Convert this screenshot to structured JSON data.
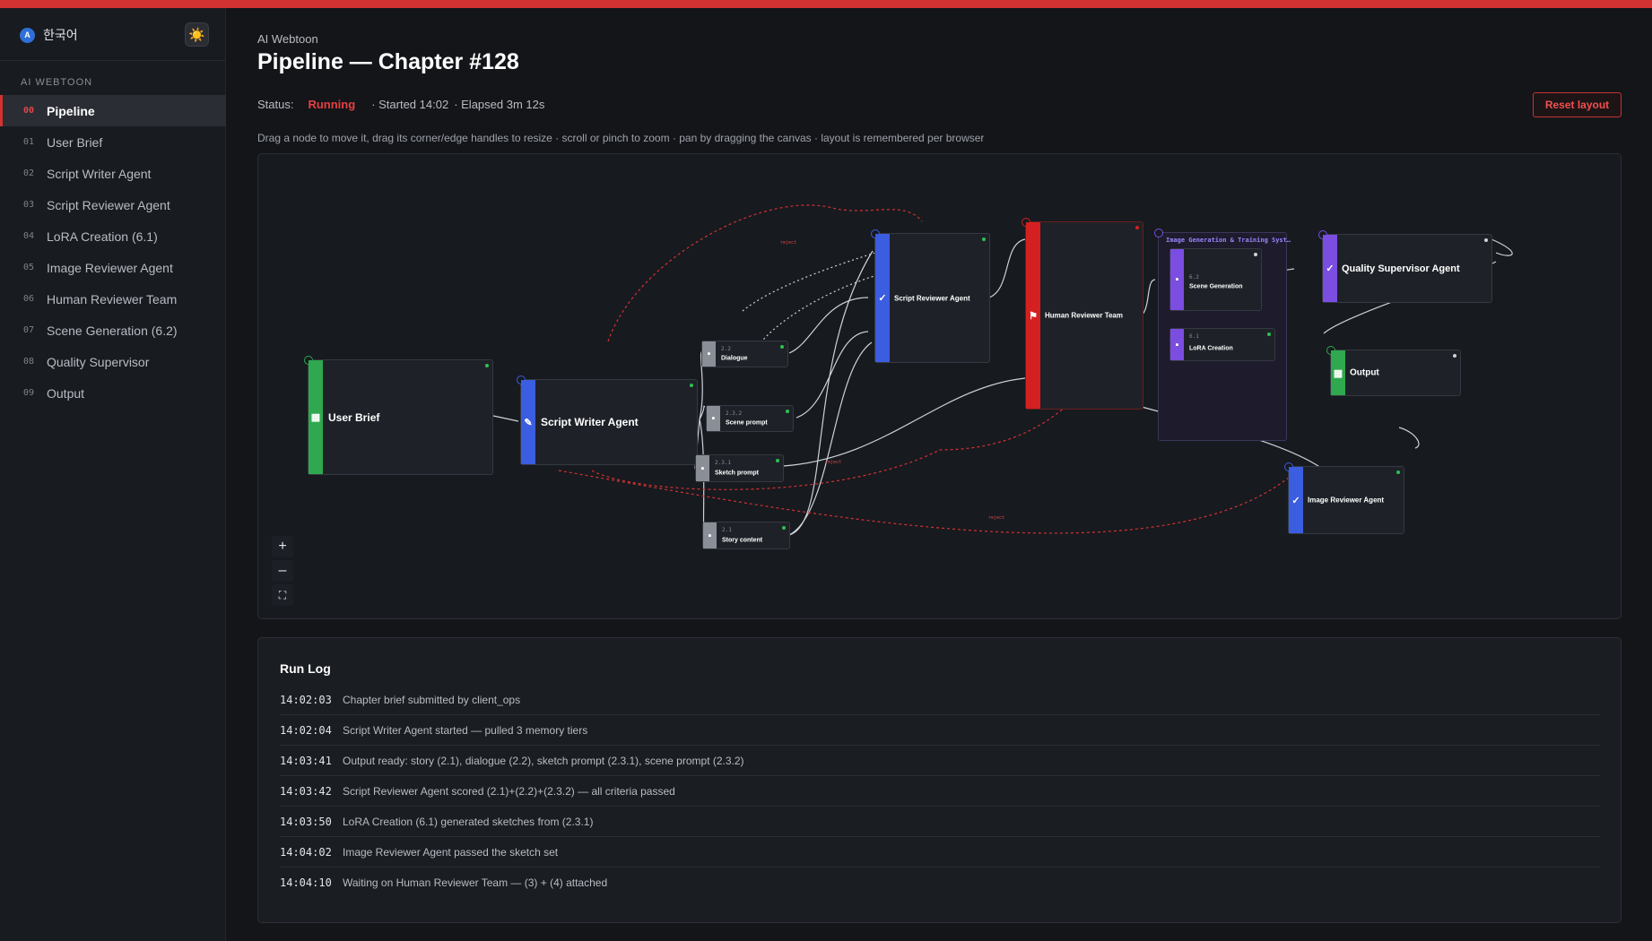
{
  "sidebar": {
    "language": "한국어",
    "language_icon": "A",
    "theme_icon": "☀️",
    "section": "AI WEBTOON",
    "items": [
      {
        "num": "00",
        "label": "Pipeline"
      },
      {
        "num": "01",
        "label": "User Brief"
      },
      {
        "num": "02",
        "label": "Script Writer Agent"
      },
      {
        "num": "03",
        "label": "Script Reviewer Agent"
      },
      {
        "num": "04",
        "label": "LoRA Creation (6.1)"
      },
      {
        "num": "05",
        "label": "Image Reviewer Agent"
      },
      {
        "num": "06",
        "label": "Human Reviewer Team"
      },
      {
        "num": "07",
        "label": "Scene Generation (6.2)"
      },
      {
        "num": "08",
        "label": "Quality Supervisor"
      },
      {
        "num": "09",
        "label": "Output"
      }
    ]
  },
  "header": {
    "breadcrumb": "AI Webtoon",
    "title": "Pipeline — Chapter #128",
    "status_label": "Status:",
    "status_value": "Running",
    "started": "· Started 14:02",
    "elapsed": "· Elapsed 3m 12s",
    "reset_label": "Reset layout",
    "hint": "Drag a node to move it, drag its corner/edge handles to resize · scroll or pinch to zoom · pan by dragging the canvas · layout is remembered per browser"
  },
  "canvas": {
    "nodes": {
      "user_brief": "User Brief",
      "script_writer": "Script Writer Agent",
      "dialogue": "Dialogue",
      "dialogue_code": "2.2",
      "scene_prompt": "Scene prompt",
      "scene_prompt_code": "2.3.2",
      "sketch_prompt": "Sketch prompt",
      "sketch_prompt_code": "2.3.1",
      "story_content": "Story content",
      "story_content_code": "2.1",
      "script_reviewer": "Script Reviewer Agent",
      "human_reviewer": "Human Reviewer Team",
      "group_title": "Image Generation & Training Syst…",
      "scene_generation": "Scene Generation",
      "scene_generation_code": "6.2",
      "lora_creation": "LoRA Creation",
      "lora_creation_code": "6.1",
      "quality_supervisor": "Quality Supervisor Agent",
      "output": "Output",
      "image_reviewer": "Image Reviewer Agent"
    },
    "edge_labels": {
      "reject": "reject",
      "reject_left": "reject",
      "reject_bottom": "reject"
    },
    "colors": {
      "green": "#2fa84f",
      "blue": "#3b5de0",
      "red": "#d42020",
      "purple": "#7b4de0",
      "gray": "#8a8e96"
    },
    "zoom_in": "+",
    "zoom_out": "–",
    "fit": "⛶"
  },
  "log": {
    "title": "Run Log",
    "rows": [
      {
        "time": "14:02:03",
        "text": "Chapter brief submitted by client_ops"
      },
      {
        "time": "14:02:04",
        "text": "Script Writer Agent started — pulled 3 memory tiers"
      },
      {
        "time": "14:03:41",
        "text": "Output ready: story (2.1), dialogue (2.2), sketch prompt (2.3.1), scene prompt (2.3.2)"
      },
      {
        "time": "14:03:42",
        "text": "Script Reviewer Agent scored (2.1)+(2.2)+(2.3.2) — all criteria passed"
      },
      {
        "time": "14:03:50",
        "text": "LoRA Creation (6.1) generated sketches from (2.3.1)"
      },
      {
        "time": "14:04:02",
        "text": "Image Reviewer Agent passed the sketch set"
      },
      {
        "time": "14:04:10",
        "text": "Waiting on Human Reviewer Team — (3) + (4) attached"
      }
    ]
  }
}
